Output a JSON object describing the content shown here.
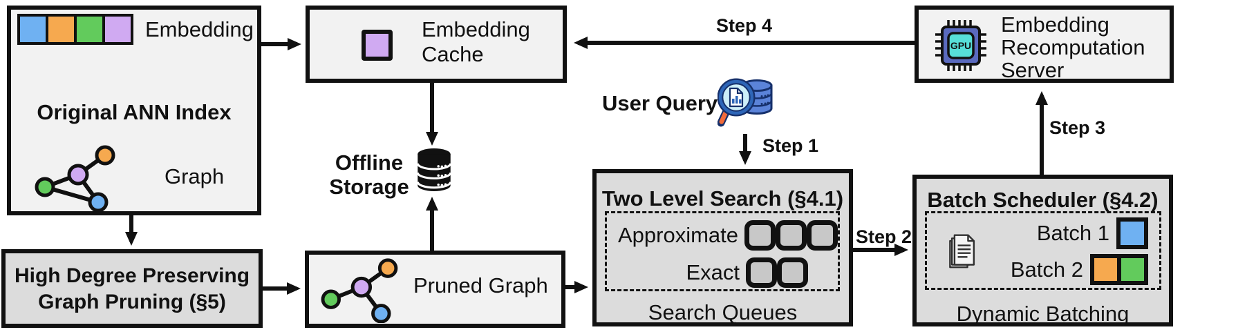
{
  "palette": {
    "ink": "#111111",
    "box_light": "#f2f2f2",
    "box_gray": "#dcdcdc",
    "queue_fill": "#c8c8c8",
    "blue": "#6FB1F2",
    "orange": "#F6A94F",
    "green": "#62CB5C",
    "purple": "#D0AAF2",
    "db_blue": "#5B83D9",
    "db_ink": "#16306B",
    "lens": "#CDEEF8",
    "rim": "#2E66B8",
    "handle": "#F26B3A",
    "chip_body": "#5A6ABF",
    "chip_screen": "#57DFD8"
  },
  "original_ann_index": {
    "title": "Original ANN Index",
    "embedding_label": "Embedding",
    "graph_label": "Graph"
  },
  "high_degree_pruning": {
    "line1": "High Degree Preserving",
    "line2": "Graph Pruning (§5)"
  },
  "embedding_cache": {
    "label": "Embedding Cache"
  },
  "offline_storage": {
    "label": "Offline Storage"
  },
  "pruned_graph": {
    "label": "Pruned Graph"
  },
  "user_query": {
    "label": "User Query"
  },
  "two_level_search": {
    "title": "Two Level Search (§4.1)",
    "rows": [
      {
        "label": "Approximate",
        "slots": 3
      },
      {
        "label": "Exact",
        "slots": 2
      }
    ],
    "caption": "Search Queues"
  },
  "batch_scheduler": {
    "title": "Batch Scheduler (§4.2)",
    "batches": [
      {
        "label": "Batch 1",
        "colors": [
          "blue"
        ]
      },
      {
        "label": "Batch 2",
        "colors": [
          "orange",
          "green"
        ]
      }
    ],
    "caption": "Dynamic Batching"
  },
  "recomputation_server": {
    "label": "Embedding Recomputation Server",
    "chip_label": "GPU"
  },
  "steps": [
    {
      "label": "Step 1"
    },
    {
      "label": "Step 2"
    },
    {
      "label": "Step 3"
    },
    {
      "label": "Step 4"
    }
  ]
}
